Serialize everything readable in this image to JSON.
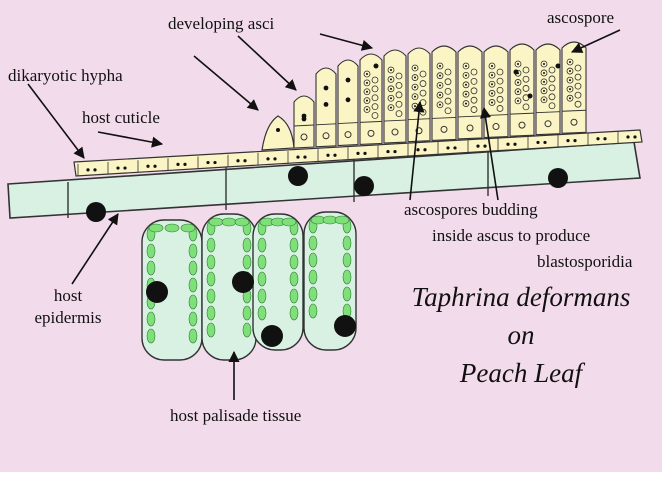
{
  "colors": {
    "background": "#f2dcec",
    "asci_fill": "#fbf4c4",
    "host_cell_fill": "#d8f1e2",
    "chloroplast": "#7fe07a",
    "nucleus": "#111111",
    "outline": "#333333"
  },
  "labels": {
    "developing_asci": "developing asci",
    "ascospore": "ascospore",
    "dikaryotic_hyphae": "dikaryotic hypha",
    "host_cuticle": "host cuticle",
    "ascospores_budding_1": "ascospores budding",
    "ascospores_budding_2": "inside ascus to produce",
    "ascospores_budding_3": "blastosporidia",
    "host_epidermis_1": "host",
    "host_epidermis_2": "epidermis",
    "host_palisade": "host palisade tissue"
  },
  "title": {
    "line1": "Taphrina deformans",
    "line2": "on",
    "line3": "Peach Leaf"
  }
}
